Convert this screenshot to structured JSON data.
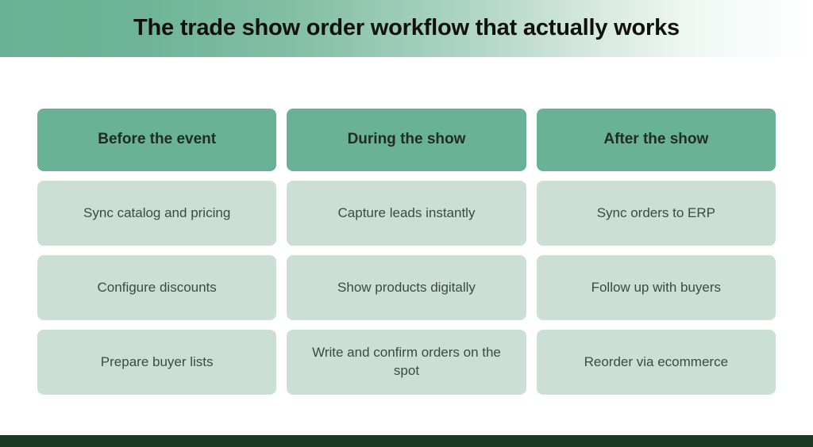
{
  "header": {
    "title": "The trade show order workflow that actually works",
    "gradient_start_color": "#6ab295",
    "gradient_end_color": "#ffffff"
  },
  "theme": {
    "column_header_color": "#6ab295",
    "cell_color": "#ccdfd5",
    "cell_text_color": "#3c4a44",
    "header_text_color": "#1f2b26",
    "footer_bar_color": "#1c3a23",
    "page_background": "#ffffff"
  },
  "workflow": {
    "columns": [
      {
        "header": "Before the event",
        "steps": [
          "Sync catalog and pricing",
          "Configure discounts",
          "Prepare buyer lists"
        ]
      },
      {
        "header": "During the show",
        "steps": [
          "Capture leads instantly",
          "Show products digitally",
          "Write and confirm orders on the spot"
        ]
      },
      {
        "header": "After the show",
        "steps": [
          "Sync orders to ERP",
          "Follow up with buyers",
          "Reorder via ecommerce"
        ]
      }
    ]
  }
}
